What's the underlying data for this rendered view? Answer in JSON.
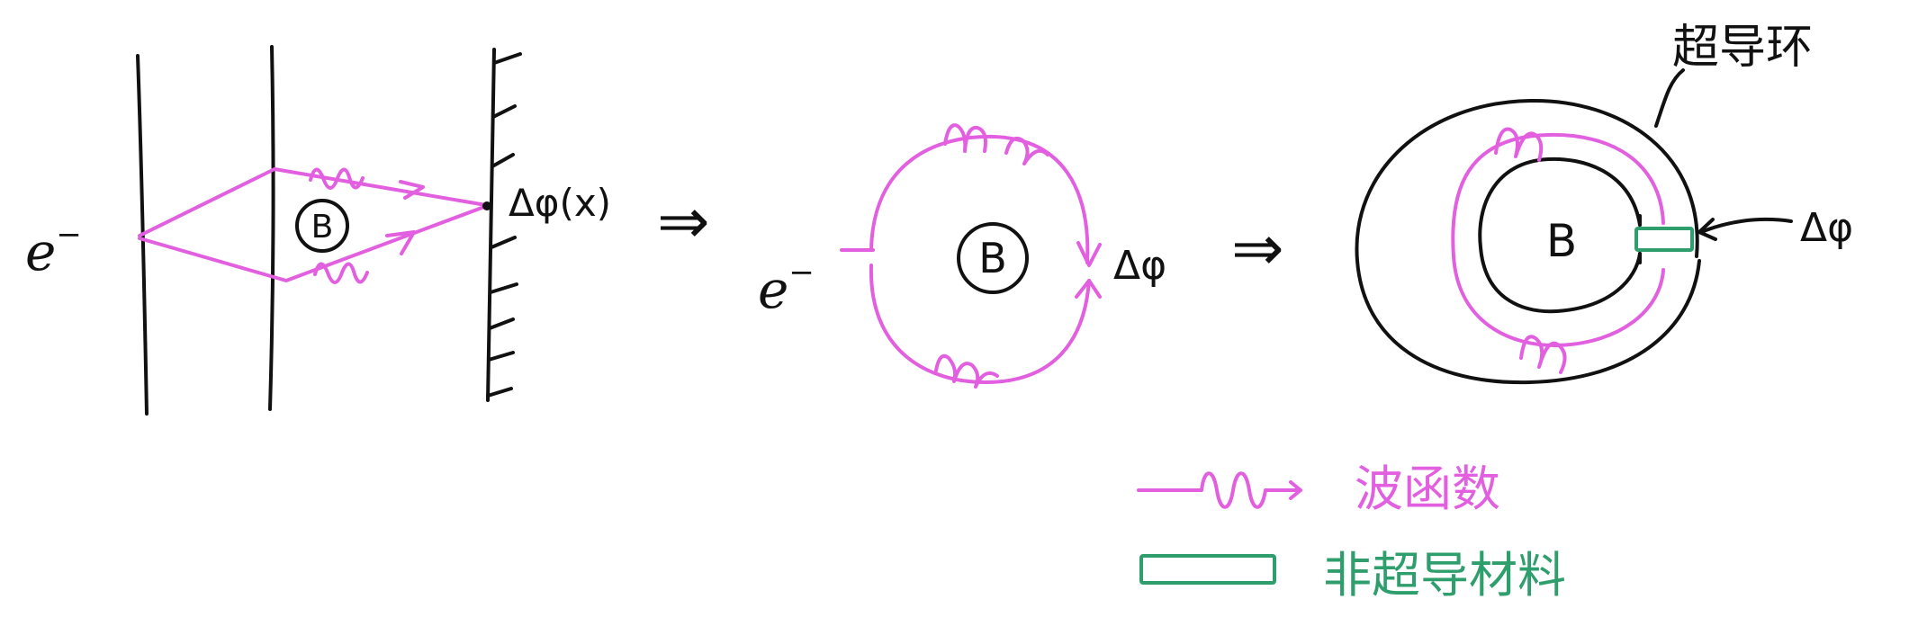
{
  "panel1": {
    "particle": "e",
    "particle_sup": "−",
    "field": "B",
    "phase": "Δφ(x)"
  },
  "arrow_between": "⇒",
  "panel2": {
    "particle": "e",
    "particle_sup": "−",
    "field": "B",
    "phase": "Δφ"
  },
  "panel3": {
    "field": "B",
    "ring_label": "超导环",
    "phase": "Δφ"
  },
  "legend": {
    "wave_label": "波函数",
    "material_label": "非超导材料"
  },
  "colors": {
    "ink": "#111111",
    "wave": "#e25fe0",
    "material": "#2e9e6c"
  }
}
